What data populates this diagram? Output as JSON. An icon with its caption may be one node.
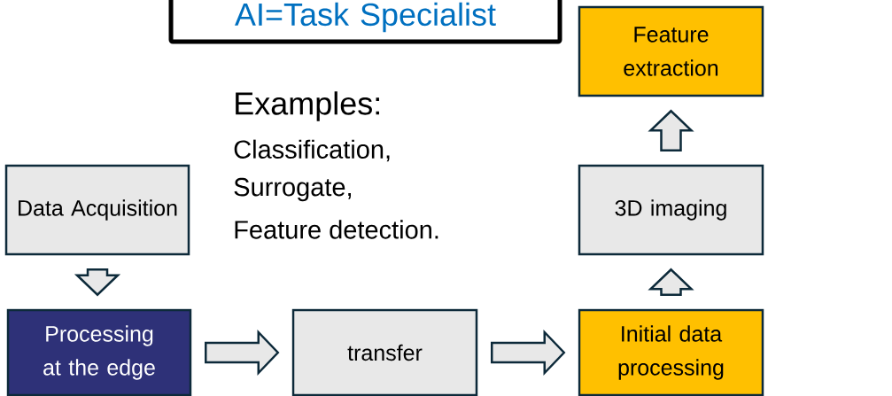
{
  "diagram": {
    "nodes": [
      {
        "text": [
          "AI=Task Specialist"
        ]
      },
      {
        "text": [
          "Data Acquisition"
        ]
      },
      {
        "text": [
          "Processing at the edge"
        ]
      },
      {
        "text": [
          "transfer"
        ]
      },
      {
        "text": [
          "Initial data processing"
        ]
      },
      {
        "text": [
          "3D imaging"
        ]
      },
      {
        "text": [
          "Feature extraction"
        ]
      }
    ],
    "edges": [
      {
        "from": 1,
        "to": 2,
        "arrow": "to"
      },
      {
        "from": 2,
        "to": 3,
        "arrow": "to"
      },
      {
        "from": 3,
        "to": 4,
        "arrow": "to"
      },
      {
        "from": 4,
        "to": 5,
        "arrow": "to"
      },
      {
        "from": 5,
        "to": 6,
        "arrow": "to"
      }
    ],
    "labels": [
      "Examples:",
      "Classification,",
      "Surrogate,",
      "Feature detection."
    ]
  }
}
